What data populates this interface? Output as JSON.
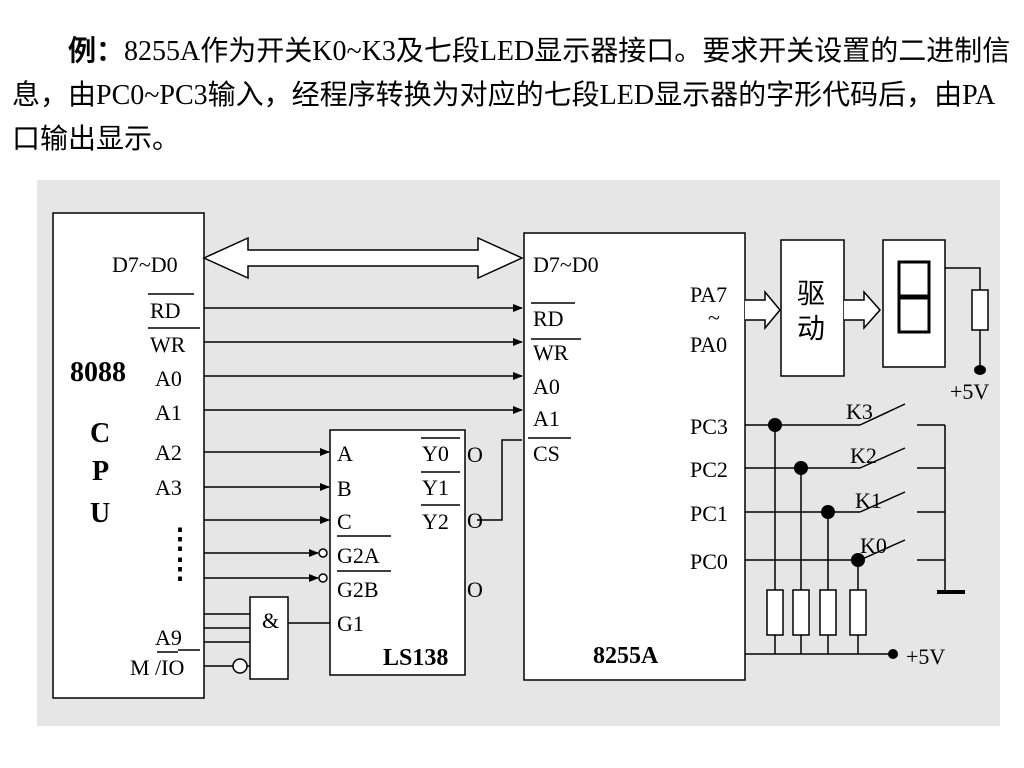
{
  "intro": {
    "example_label": "例：",
    "paragraph": "8255A作为开关K0~K3及七段LED显示器接口。要求开关设置的二进制信息，由PC0~PC3输入，经程序转换为对应的七段LED显示器的字形代码后，由PA口输出显示。"
  },
  "cpu": {
    "name": "8088",
    "cpu_letters": [
      "C",
      "P",
      "U"
    ],
    "pins": {
      "data": "D7~D0",
      "rd": "RD",
      "wr": "WR",
      "a0": "A0",
      "a1": "A1",
      "a2": "A2",
      "a3": "A3",
      "dots": "⋮",
      "a9": "A9",
      "mio": "M /IO"
    }
  },
  "ls138": {
    "name": "LS138",
    "inputs": {
      "a": "A",
      "b": "B",
      "c": "C",
      "g2a": "G2A",
      "g2b": "G2B",
      "g1": "G1"
    },
    "outputs": {
      "y0": "Y0",
      "y1": "Y1",
      "y2": "Y2"
    },
    "output_marks": [
      "O",
      "O",
      "O"
    ]
  },
  "and_gate": {
    "symbol": "&"
  },
  "ppi": {
    "name": "8255A",
    "pins": {
      "data": "D7~D0",
      "rd": "RD",
      "wr": "WR",
      "a0": "A0",
      "a1": "A1",
      "cs": "CS",
      "pa7": "PA7",
      "tilde": "~",
      "pa0": "PA0",
      "pc3": "PC3",
      "pc2": "PC2",
      "pc1": "PC1",
      "pc0": "PC0"
    }
  },
  "driver": {
    "line1": "驱",
    "line2": "动"
  },
  "switches": [
    "K3",
    "K2",
    "K1",
    "K0"
  ],
  "power": {
    "top": "+5V",
    "bottom": "+5V"
  }
}
